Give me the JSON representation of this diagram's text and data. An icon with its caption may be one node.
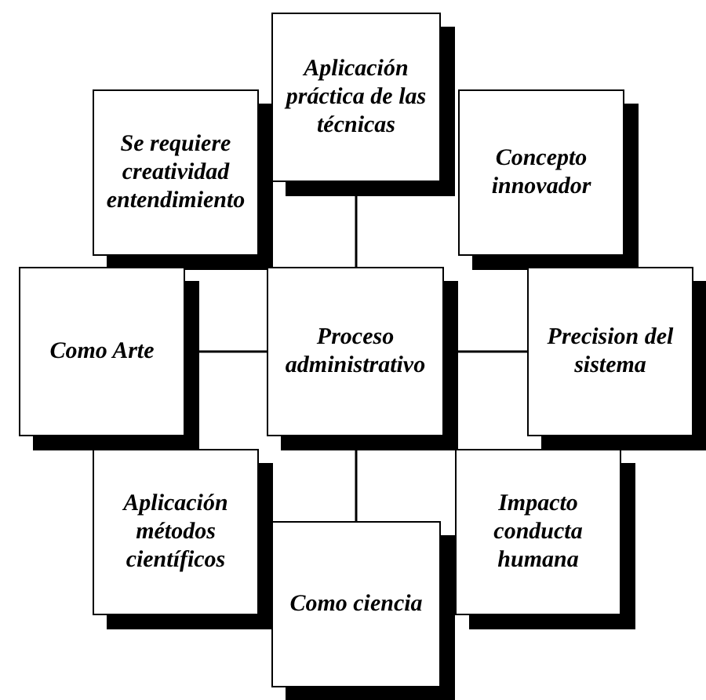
{
  "diagram": {
    "nodes": [
      {
        "text": [
          "Aplicación práctica de las técnicas"
        ]
      },
      {
        "text": [
          "Se requiere creatividad entendimiento"
        ]
      },
      {
        "text": [
          "Concepto innovador"
        ]
      },
      {
        "text": [
          "Como Arte"
        ]
      },
      {
        "text": [
          "Proceso administrativo"
        ]
      },
      {
        "text": [
          "Precision del sistema"
        ]
      },
      {
        "text": [
          "Aplicación métodos científicos"
        ]
      },
      {
        "text": [
          "Impacto conducta humana"
        ]
      },
      {
        "text": [
          "Como ciencia"
        ]
      }
    ],
    "edges": [
      {
        "from": 0,
        "to": 4,
        "arrow": "none"
      },
      {
        "from": 3,
        "to": 4,
        "arrow": "none"
      },
      {
        "from": 4,
        "to": 5,
        "arrow": "none"
      },
      {
        "from": 4,
        "to": 8,
        "arrow": "none"
      }
    ]
  }
}
